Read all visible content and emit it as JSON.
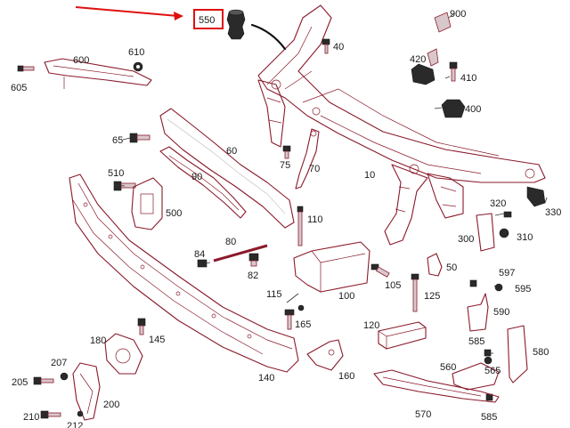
{
  "diagram": {
    "highlighted_part": "550",
    "accent_color": "#e01010",
    "line_color": "#8a1a2a",
    "callouts": [
      "550",
      "900",
      "40",
      "610",
      "600",
      "420",
      "410",
      "605",
      "400",
      "65",
      "60",
      "70",
      "75",
      "10",
      "510",
      "90",
      "320",
      "330",
      "500",
      "110",
      "300",
      "310",
      "80",
      "84",
      "82",
      "50",
      "597",
      "595",
      "100",
      "105",
      "125",
      "115",
      "165",
      "590",
      "120",
      "180",
      "145",
      "585",
      "207",
      "205",
      "560",
      "565",
      "580",
      "160",
      "140",
      "200",
      "210",
      "212",
      "570",
      "585"
    ]
  }
}
